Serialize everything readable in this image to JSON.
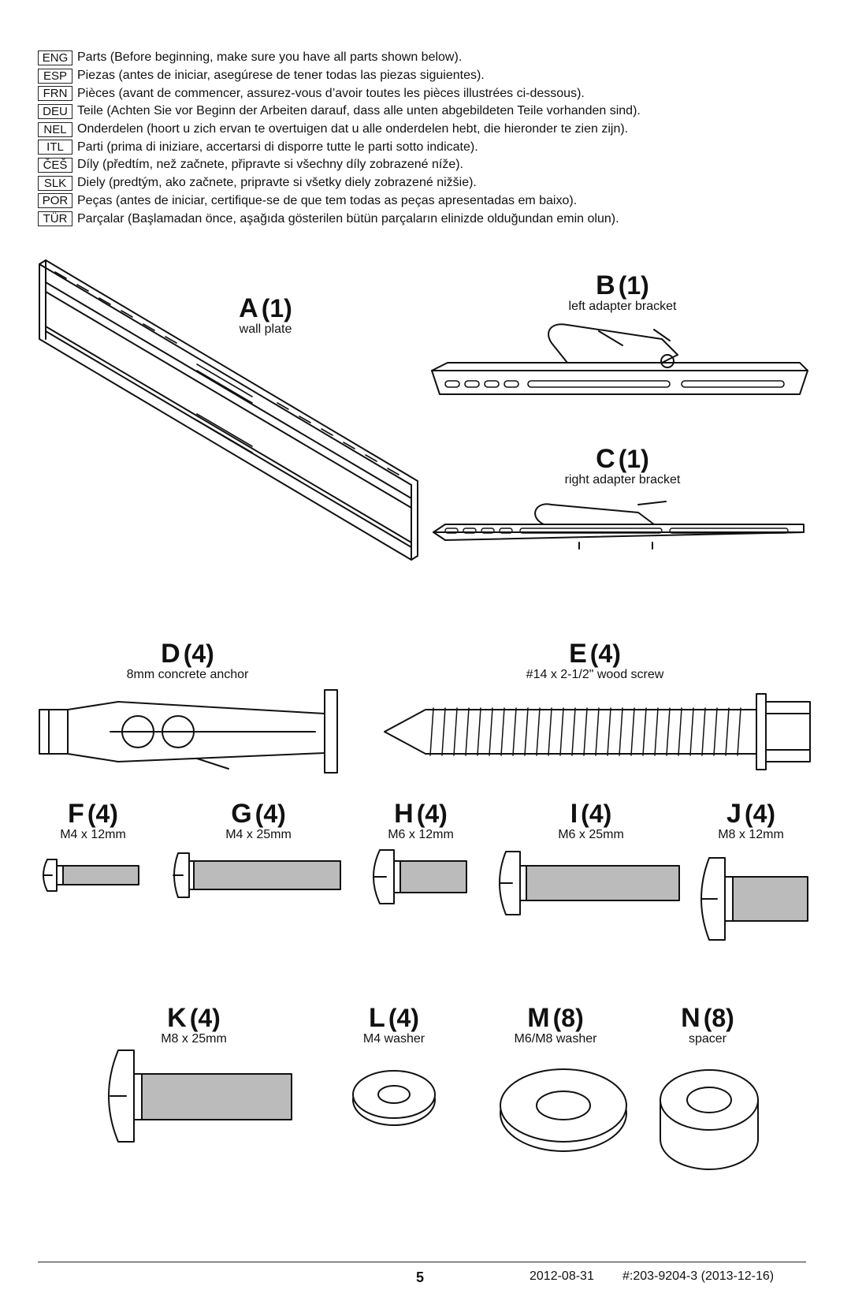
{
  "instructions": [
    {
      "code": "ENG",
      "text": "Parts (Before beginning, make sure you have all parts shown below)."
    },
    {
      "code": "ESP",
      "text": "Piezas (antes de iniciar, asegúrese de tener todas las piezas siguientes)."
    },
    {
      "code": "FRN",
      "text": "Pièces (avant de commencer, assurez-vous d’avoir toutes les pièces illustrées ci-dessous)."
    },
    {
      "code": "DEU",
      "text": "Teile (Achten Sie vor Beginn der Arbeiten darauf, dass alle unten abgebildeten Teile vorhanden sind)."
    },
    {
      "code": "NEL",
      "text": "Onderdelen (hoort u zich ervan te overtuigen dat u alle onderdelen hebt, die hieronder te zien zijn)."
    },
    {
      "code": "ITL",
      "text": "Parti (prima di iniziare, accertarsi di disporre tutte le parti sotto indicate)."
    },
    {
      "code": "ČEŠ",
      "text": "Díly (předtím, než začnete, připravte si všechny díly zobrazené níže)."
    },
    {
      "code": "SLK",
      "text": "Diely (predtým, ako začnete, pripravte si všetky diely zobrazené nižšie)."
    },
    {
      "code": "POR",
      "text": "Peças (antes de iniciar, certifique-se de que tem todas as peças apresentadas em baixo)."
    },
    {
      "code": "TÜR",
      "text": "Parçalar (Başlamadan önce, aşağıda gösterilen bütün parçaların elinizde olduğundan emin olun)."
    }
  ],
  "parts": {
    "A": {
      "letter": "A",
      "qty": "(1)",
      "label": "wall plate"
    },
    "B": {
      "letter": "B",
      "qty": "(1)",
      "label": "left adapter bracket"
    },
    "C": {
      "letter": "C",
      "qty": "(1)",
      "label": "right adapter bracket"
    },
    "D": {
      "letter": "D",
      "qty": "(4)",
      "label": "8mm concrete anchor"
    },
    "E": {
      "letter": "E",
      "qty": "(4)",
      "label": "#14 x 2-1/2\" wood screw"
    },
    "F": {
      "letter": "F",
      "qty": "(4)",
      "label": "M4 x 12mm"
    },
    "G": {
      "letter": "G",
      "qty": "(4)",
      "label": "M4 x 25mm"
    },
    "H": {
      "letter": "H",
      "qty": "(4)",
      "label": "M6 x 12mm"
    },
    "I": {
      "letter": "I",
      "qty": "(4)",
      "label": "M6 x 25mm"
    },
    "J": {
      "letter": "J",
      "qty": "(4)",
      "label": "M8 x 12mm"
    },
    "K": {
      "letter": "K",
      "qty": "(4)",
      "label": "M8 x 25mm"
    },
    "L": {
      "letter": "L",
      "qty": "(4)",
      "label": "M4 washer"
    },
    "M": {
      "letter": "M",
      "qty": "(8)",
      "label": "M6/M8 washer"
    },
    "N": {
      "letter": "N",
      "qty": "(8)",
      "label": "spacer"
    }
  },
  "footer": {
    "page": "5",
    "date": "2012-08-31",
    "doc": "#:203-9204-3  (2013-12-16)"
  }
}
